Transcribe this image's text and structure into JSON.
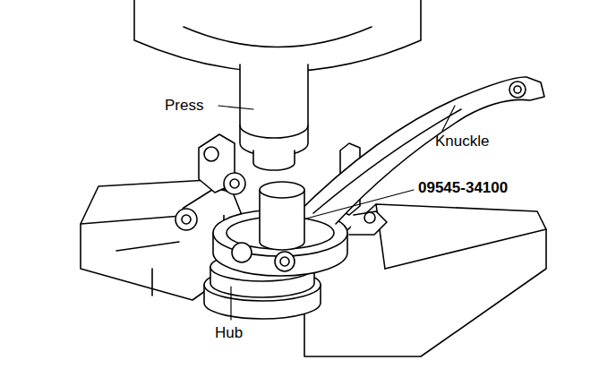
{
  "diagram": {
    "labels": [
      "Press",
      "Knuckle",
      "09545-34100",
      "Hub"
    ]
  }
}
